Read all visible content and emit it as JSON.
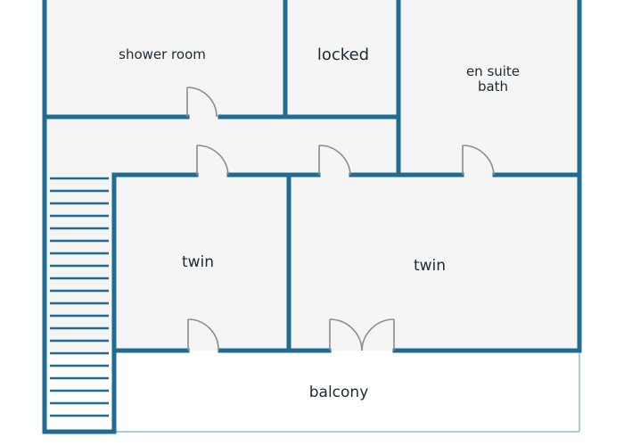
{
  "colors": {
    "wall": "#1e6b93",
    "balcony_edge": "#a9cfe3",
    "floor": "#f5f5f5",
    "background": "#ffffff",
    "door_stroke": "#8c8c8c",
    "text": "#1e2a33"
  },
  "rooms": {
    "shower_room": "shower room",
    "locked": "locked",
    "en_suite_line1": "en suite",
    "en_suite_line2": "bath",
    "twin_left": "twin",
    "twin_right": "twin",
    "balcony": "balcony"
  },
  "icons": [
    "stairs-icon",
    "door-swing-icon",
    "double-door-icon"
  ]
}
